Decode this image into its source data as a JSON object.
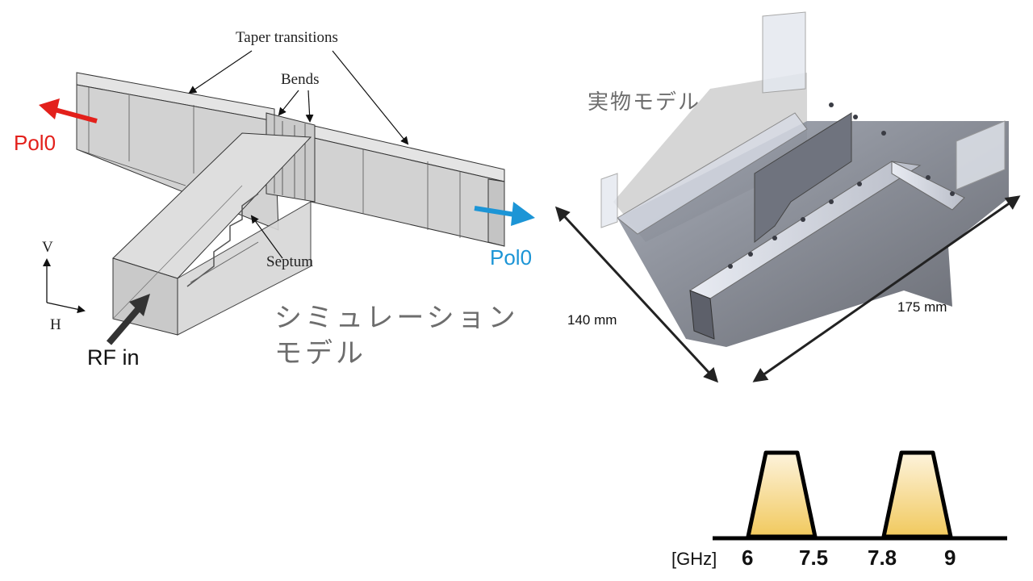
{
  "simulation_model": {
    "caption_line1": "シミュレーション",
    "caption_line2": "モデル",
    "annotations": {
      "taper_transitions": "Taper transitions",
      "bends": "Bends",
      "septum": "Septum"
    },
    "axes": {
      "vertical": "V",
      "horizontal": "H"
    },
    "ports": {
      "input": "RF in",
      "output_left": "Pol0",
      "output_right": "Pol0"
    },
    "colors": {
      "left_port": "#e3201b",
      "right_port": "#1c95d6",
      "input_arrow": "#333333"
    }
  },
  "physical_model": {
    "caption": "実物モデル",
    "dimension_depth": "140 mm",
    "dimension_width": "175 mm"
  },
  "chart_data": {
    "type": "area",
    "title": "",
    "xlabel": "[GHz]",
    "ylabel": "",
    "tick_labels": [
      "6",
      "7.5",
      "7.8",
      "9"
    ],
    "bands": [
      {
        "name": "band-1",
        "start_ghz": 6.0,
        "end_ghz": 7.5
      },
      {
        "name": "band-2",
        "start_ghz": 7.8,
        "end_ghz": 9.0
      }
    ],
    "grid": false,
    "fill_color_top": "#fdf3dc",
    "fill_color_bottom": "#f1c95d"
  }
}
